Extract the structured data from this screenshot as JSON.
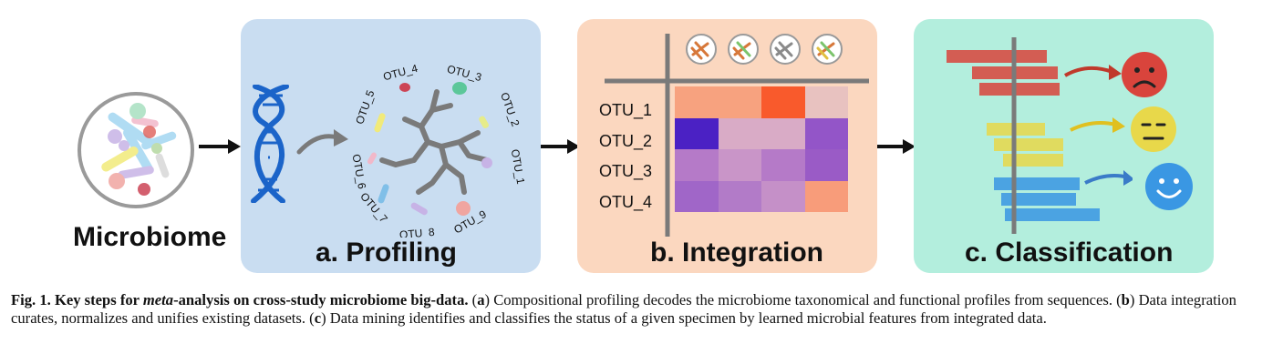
{
  "microbiome": {
    "label": "Microbiome"
  },
  "panels": {
    "profiling": {
      "title": "a. Profiling",
      "leaves": [
        "OTU_1",
        "OTU_2",
        "OTU_3",
        "OTU_4",
        "OTU_5",
        "OTU_6",
        "OTU_7",
        "OTU_8",
        "OTU_9"
      ],
      "color": "#c9ddf1"
    },
    "integration": {
      "title": "b. Integration",
      "rows": [
        "OTU_1",
        "OTU_2",
        "OTU_3",
        "OTU_4"
      ],
      "heatmap_colors": [
        [
          "#f7a27f",
          "#f7a27f",
          "#f95a2c",
          "#e8c2c0"
        ],
        [
          "#4b21c4",
          "#d9abc6",
          "#d9abc6",
          "#9355c8"
        ],
        [
          "#b57ac8",
          "#c995c8",
          "#b57ac8",
          "#9a5bc6"
        ],
        [
          "#a066c8",
          "#b27bc8",
          "#c590c8",
          "#f89c7a"
        ]
      ],
      "color": "#fbd7bf"
    },
    "classification": {
      "title": "c. Classification",
      "color": "#b3eedd",
      "status_colors": [
        "#d9443c",
        "#e8d84a",
        "#3a97e3"
      ]
    }
  },
  "caption": {
    "fig_label": "Fig. 1.",
    "lead_1": "Key steps for ",
    "lead_meta": "meta",
    "lead_2": "-analysis on cross-study microbiome big-data.",
    "part_a_open": " (",
    "part_a_letter": "a",
    "part_a_text": ") Compositional profiling decodes the microbiome taxonomical and functional profiles from sequences. (",
    "part_b_letter": "b",
    "part_b_text": ") Data integration curates, normalizes and unifies existing datasets. (",
    "part_c_letter": "c",
    "part_c_text": ") Data mining identifies and classifies the status of a given specimen by learned microbial features from integrated data."
  }
}
